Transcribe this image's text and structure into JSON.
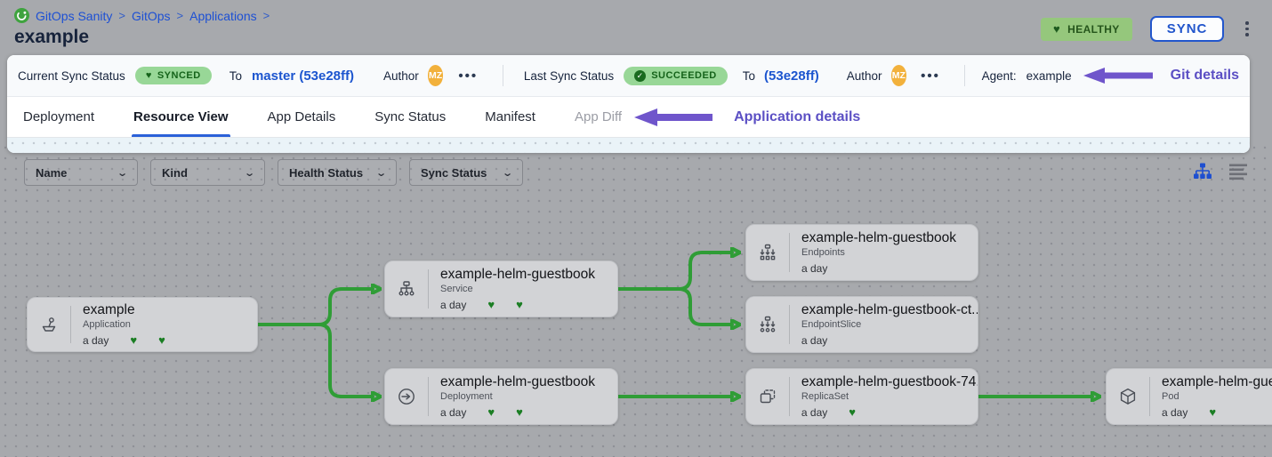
{
  "colors": {
    "accent_blue": "#2256cc",
    "link_blue": "#1c55cf",
    "badge_green_bg": "#98d797",
    "health_badge_bg": "#95c77c",
    "heart_green": "#1b7e24",
    "edge_green": "#2f9d36",
    "annotation_purple": "#5b4fc4",
    "avatar_orange": "#f2b13c",
    "canvas_gray": "#a7a9ad"
  },
  "breadcrumb": {
    "items": [
      "GitOps Sanity",
      "GitOps",
      "Applications"
    ]
  },
  "page_title": "example",
  "header": {
    "health_badge": "HEALTHY",
    "sync_button": "SYNC"
  },
  "sync_bar": {
    "current_label": "Current Sync Status",
    "current_status": "SYNCED",
    "to_label": "To",
    "current_revision": "master (53e28ff)",
    "author_label": "Author",
    "author_initials": "MZ",
    "last_label": "Last Sync Status",
    "last_status": "SUCCEEDED",
    "last_to_label": "To",
    "last_revision": "(53e28ff)",
    "last_author_label": "Author",
    "last_author_initials": "MZ",
    "agent_label": "Agent:",
    "agent_value": "example",
    "annotation": "Git details"
  },
  "tabs": {
    "items": [
      "Deployment",
      "Resource View",
      "App Details",
      "Sync Status",
      "Manifest",
      "App Diff"
    ],
    "active": "Resource View",
    "annotation": "Application details"
  },
  "filters": {
    "items": [
      "Name",
      "Kind",
      "Health Status",
      "Sync Status"
    ]
  },
  "view_toggles": {
    "tree_icon": "tree-view",
    "list_icon": "list-view"
  },
  "graph": {
    "nodes": [
      {
        "title": "example",
        "kind": "Application",
        "age": "a day",
        "hearts": 2
      },
      {
        "title": "example-helm-guestbook",
        "kind": "Service",
        "age": "a day",
        "hearts": 2
      },
      {
        "title": "example-helm-guestbook",
        "kind": "Deployment",
        "age": "a day",
        "hearts": 2
      },
      {
        "title": "example-helm-guestbook",
        "kind": "Endpoints",
        "age": "a day",
        "hearts": 0
      },
      {
        "title": "example-helm-guestbook-ct...",
        "kind": "EndpointSlice",
        "age": "a day",
        "hearts": 0
      },
      {
        "title": "example-helm-guestbook-74...",
        "kind": "ReplicaSet",
        "age": "a day",
        "hearts": 1
      },
      {
        "title": "example-helm-guest",
        "kind": "Pod",
        "age": "a day",
        "hearts": 1
      }
    ]
  }
}
